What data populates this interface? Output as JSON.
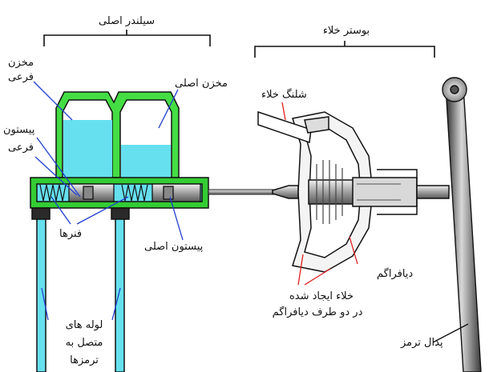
{
  "labels": {
    "master_cylinder": "سیلندر اصلی",
    "vacuum_booster": "بوستر خلاء",
    "aux_reservoir_1": "مخزن",
    "aux_reservoir_2": "فرعی",
    "main_reservoir": "مخزن اصلی",
    "vacuum_hose": "شلنگ خلاء",
    "aux_piston_1": "پیستون",
    "aux_piston_2": "فرعی",
    "springs": "فنرها",
    "main_piston": "پیستون اصلی",
    "diaphragm": "دیافراگم",
    "vacuum_1": "خلاء ایجاد شده",
    "vacuum_2": "در دو طرف دیافراگم",
    "pipes_1": "لوله های",
    "pipes_2": "متصل به",
    "pipes_3": "ترمزها",
    "brake_pedal": "پدال ترمز"
  },
  "colors": {
    "cylinder_green": "#33cc33",
    "fluid_cyan": "#66e0ee",
    "leader_red": "#e02020",
    "leader_blue": "#1f3fd0",
    "metal_gray": "#c8c8c8"
  }
}
